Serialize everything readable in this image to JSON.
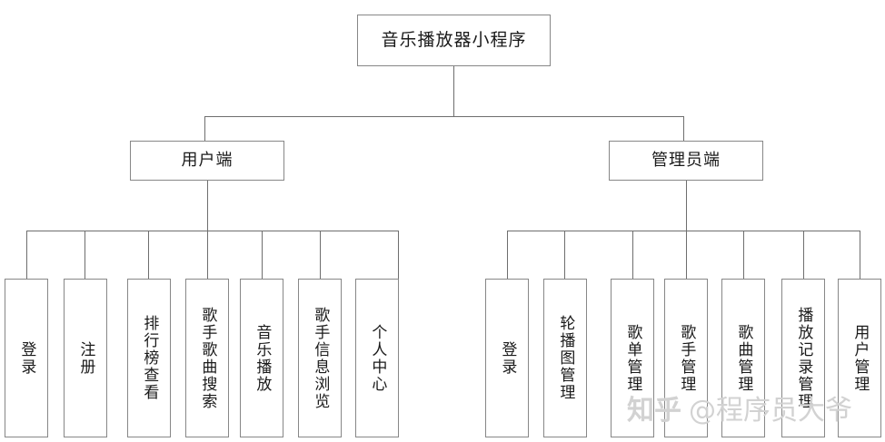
{
  "diagram": {
    "title": "音乐播放器小程序",
    "root": {
      "label": "音乐播放器小程序"
    },
    "branches": [
      {
        "label": "用户端"
      },
      {
        "label": "管理员端"
      }
    ],
    "client_leaves": [
      {
        "label": "登录"
      },
      {
        "label": "注册"
      },
      {
        "label": "排行榜查看"
      },
      {
        "label": "歌手歌曲搜索"
      },
      {
        "label": "音乐播放"
      },
      {
        "label": "歌手信息浏览"
      },
      {
        "label": "个人中心"
      }
    ],
    "admin_leaves": [
      {
        "label": "登录"
      },
      {
        "label": "轮播图管理"
      },
      {
        "label": "歌单管理"
      },
      {
        "label": "歌手管理"
      },
      {
        "label": "歌曲管理"
      },
      {
        "label": "播放记录管理"
      },
      {
        "label": "用户管理"
      }
    ]
  },
  "watermark": {
    "site": "知乎",
    "user": "@程序员大爷"
  },
  "colors": {
    "box_border": "#878787",
    "line": "#6e6e6e",
    "text": "#1a1a1a",
    "background": "#ffffff",
    "watermark": "#d2d2d2"
  }
}
